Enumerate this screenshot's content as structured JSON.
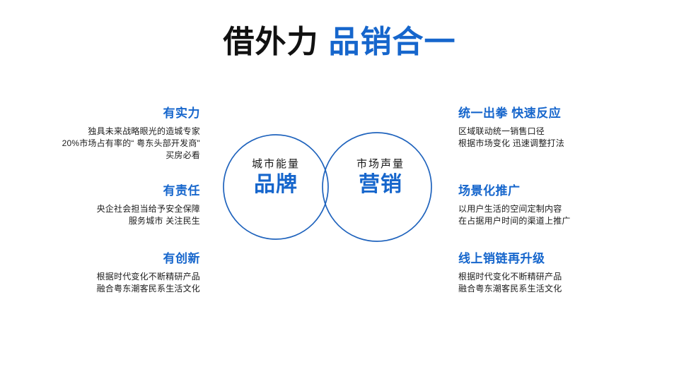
{
  "slide": {
    "background_color": "#ffffff",
    "accent_blue": "#1666cc",
    "title_black_color": "#111111",
    "body_text_color": "#1c1c1c"
  },
  "title": {
    "part_black": "借外力",
    "part_blue": "品销合一"
  },
  "venn": {
    "stroke_color": "#1f63bd",
    "left": {
      "sub_label": "城市能量",
      "main_label": "品牌"
    },
    "right": {
      "sub_label": "市场声量",
      "main_label": "营销"
    }
  },
  "left_column": {
    "blocks": [
      {
        "heading": "有实力",
        "lines": [
          "独具未来战略眼光的造城专家",
          "20%市场占有率的“ 粤东头部开发商\"",
          "买房必看"
        ]
      },
      {
        "heading": "有责任",
        "lines": [
          "央企社会担当给予安全保障",
          "服务城市 关注民生"
        ]
      },
      {
        "heading": "有创新",
        "lines": [
          "根据时代变化不断精研产品",
          "融合粤东潮客民系生活文化"
        ]
      }
    ]
  },
  "right_column": {
    "blocks": [
      {
        "heading": "统一出拳 快速反应",
        "lines": [
          "区域联动统一销售口径",
          "根据市场变化 迅速调整打法"
        ]
      },
      {
        "heading": "场景化推广",
        "lines": [
          "以用户生活的空间定制内容",
          "在占据用户时间的渠道上推广"
        ]
      },
      {
        "heading": "线上销链再升级",
        "lines": [
          "根据时代变化不断精研产品",
          "融合粤东潮客民系生活文化"
        ]
      }
    ]
  }
}
